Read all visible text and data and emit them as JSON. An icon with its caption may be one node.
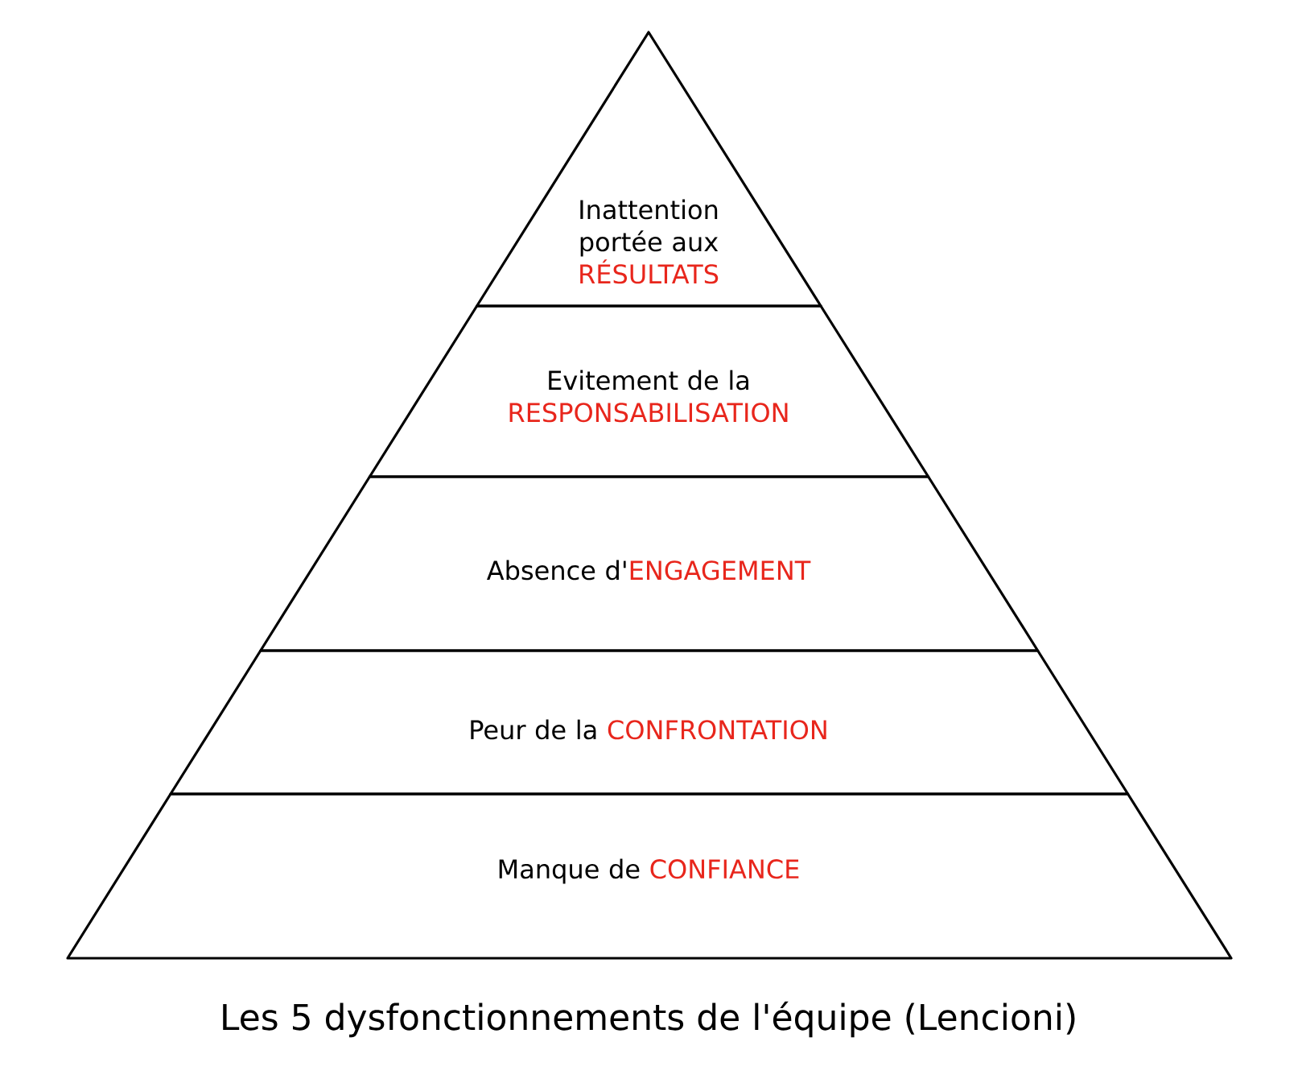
{
  "diagram": {
    "caption": "Les 5 dysfonctionnements de l'équipe (Lencioni)",
    "nodes": [
      {
        "text": [
          "Inattention portée aux",
          "RÉSULTATS"
        ]
      },
      {
        "text": [
          "Evitement de la",
          "RESPONSABILISATION"
        ]
      },
      {
        "text": [
          "Absence d'",
          "ENGAGEMENT"
        ]
      },
      {
        "text": [
          "Peur de la ",
          "CONFRONTATION"
        ]
      },
      {
        "text": [
          "Manque de ",
          "CONFIANCE"
        ]
      }
    ],
    "edges": []
  }
}
